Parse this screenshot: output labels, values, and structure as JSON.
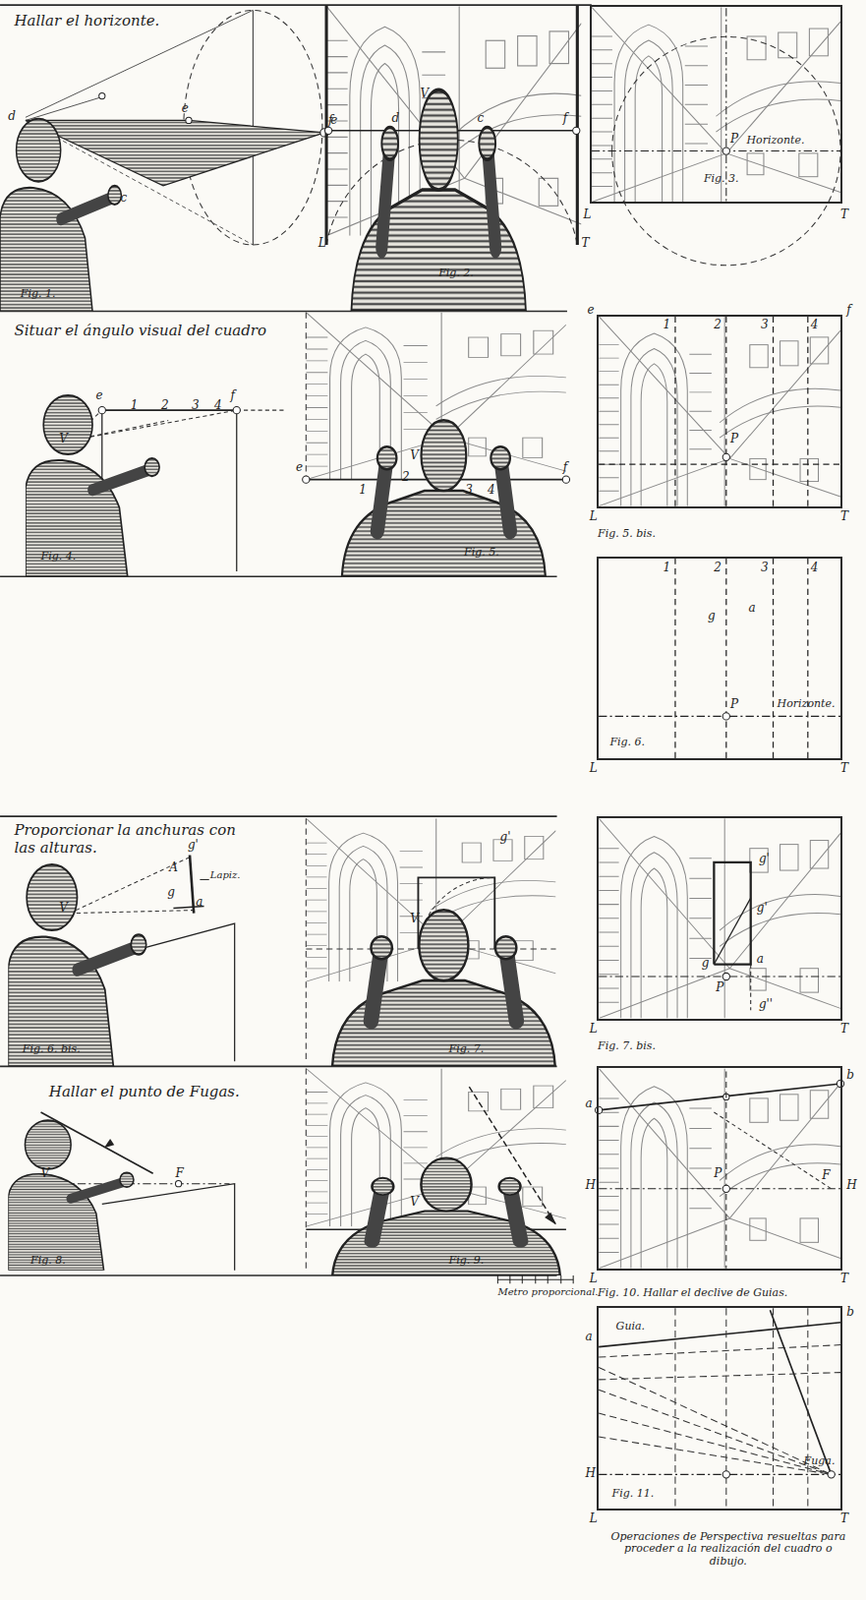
{
  "diagram": {
    "caption": "Operaciones de Perspectiva resueltas para proceder a la realización del cuadro o dibujo.",
    "nodes": [
      {
        "text": [
          "P",
          "Horizonte.",
          "L",
          "T",
          "Fig. 3."
        ]
      },
      {
        "text": [
          "e",
          "1",
          "2",
          "3",
          "4",
          "f",
          "P",
          "L",
          "T",
          "Fig. 5. bis."
        ]
      },
      {
        "text": [
          "1",
          "2",
          "3",
          "4",
          "g",
          "a",
          "P",
          "Horizonte.",
          "L",
          "T",
          "Fig. 6."
        ]
      },
      {
        "text": [
          "g'",
          "g'",
          "g",
          "a",
          "P",
          "g''",
          "L",
          "T",
          "Fig. 7. bis."
        ]
      },
      {
        "text": [
          "a",
          "b",
          "H",
          "F",
          "H",
          "P",
          "L",
          "T",
          "Fig. 10. Hallar el declive de Guias."
        ]
      },
      {
        "text": [
          "Guia.",
          "a",
          "b",
          "H",
          "Fuga.",
          "L",
          "T",
          "Fig. 11."
        ]
      }
    ],
    "labels": [
      "Hallar el horizonte.",
      "d",
      "e",
      "c",
      "f",
      "Fig. 1.",
      "e",
      "d",
      "V",
      "c",
      "f",
      "L",
      "T",
      "Fig. 2.",
      "Situar el ángulo visual del cuadro",
      "V",
      "e",
      "1",
      "2",
      "3",
      "4",
      "f",
      "Fig. 4.",
      "e",
      "1",
      "2",
      "3",
      "4",
      "f",
      "V",
      "Fig. 5.",
      "Proporcionar la anchuras con las alturas.",
      "V",
      "g'",
      "A",
      "g",
      "a",
      "Lapiz.",
      "Fig. 6. bis.",
      "g'",
      "V",
      "Fig. 7.",
      "Hallar el punto de Fugas.",
      "V",
      "F",
      "Fig. 8.",
      "V",
      "Fig. 9.",
      "Metro proporcional."
    ]
  }
}
